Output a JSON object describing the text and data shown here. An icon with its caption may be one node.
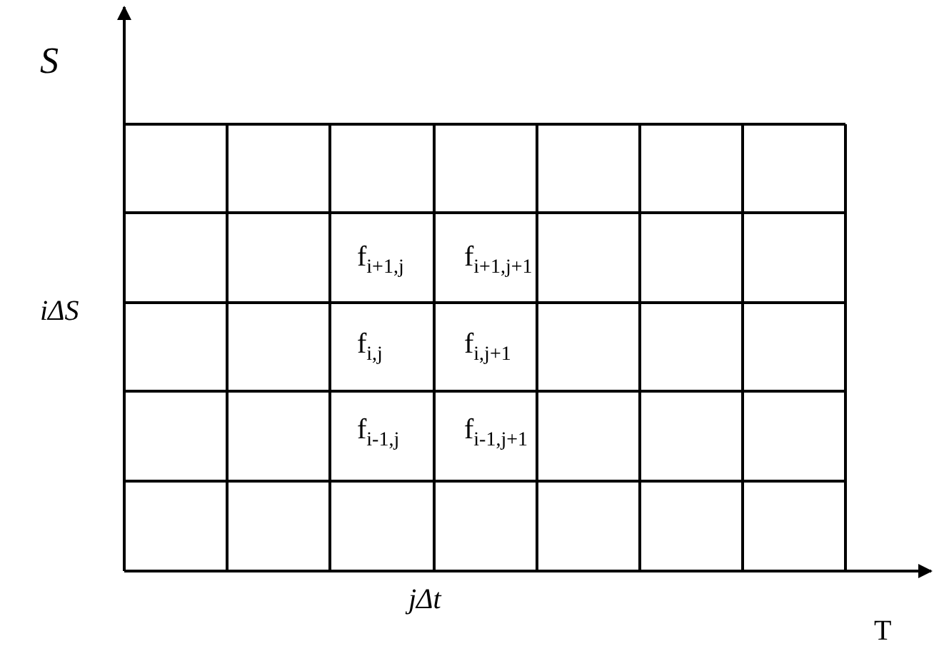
{
  "diagram": {
    "labels": [
      "S",
      "f$_{i+1,j}$",
      "f$_{i+1,j+1}$",
      "iΔS",
      "f$_{i,j}$",
      "f$_{i,j+1}$",
      "f$_{i-1,j}$",
      "f$_{i-1,j+1}$",
      "jΔt",
      "T"
    ]
  }
}
